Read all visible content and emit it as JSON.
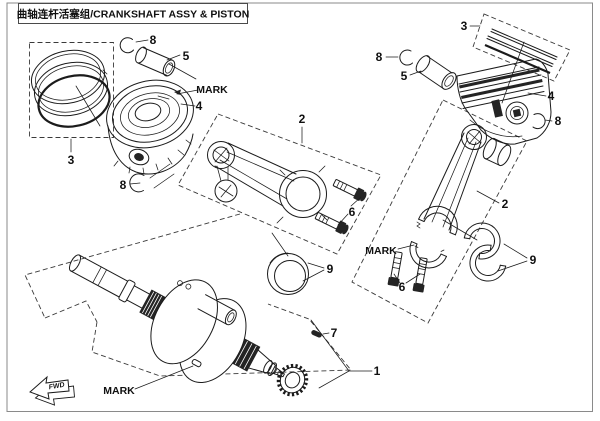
{
  "title": {
    "text": "曲轴连杆活塞组/CRANKSHAFT ASSY & PISTON"
  },
  "colors": {
    "line": "#1b1b1b",
    "border": "#8a8a8a",
    "background": "#ffffff"
  },
  "fwd_arrow": {
    "text": "FWD"
  },
  "callouts": [
    {
      "part": "circlip-left-top",
      "text": "8"
    },
    {
      "part": "piston-pin-left",
      "text": "5"
    },
    {
      "part": "piston-left-mark",
      "text": "MARK"
    },
    {
      "part": "piston-left",
      "text": "4"
    },
    {
      "part": "piston-rings-left",
      "text": "3"
    },
    {
      "part": "circlip-left-bottom",
      "text": "8"
    },
    {
      "part": "connecting-rod-left",
      "text": "2"
    },
    {
      "part": "rod-bolts-left",
      "text": "6"
    },
    {
      "part": "rod-bearing-left",
      "text": "9"
    },
    {
      "part": "piston-rings-right",
      "text": "3"
    },
    {
      "part": "circlip-right-top",
      "text": "8"
    },
    {
      "part": "piston-pin-right",
      "text": "5"
    },
    {
      "part": "piston-right",
      "text": "4"
    },
    {
      "part": "circlip-right-side",
      "text": "8"
    },
    {
      "part": "connecting-rod-right",
      "text": "2"
    },
    {
      "part": "rod-cap-right-mark",
      "text": "MARK"
    },
    {
      "part": "rod-bolts-right",
      "text": "6"
    },
    {
      "part": "rod-bearings-right",
      "text": "9"
    },
    {
      "part": "woodruff-key",
      "text": "7"
    },
    {
      "part": "crankshaft",
      "text": "1"
    },
    {
      "part": "crankshaft-mark",
      "text": "MARK"
    }
  ]
}
